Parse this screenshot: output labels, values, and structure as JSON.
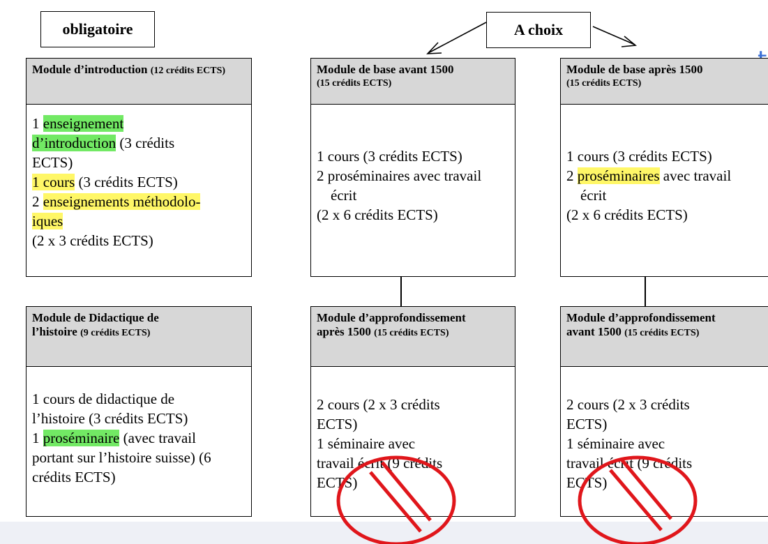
{
  "labels": {
    "mandatory": "obligatoire",
    "choice": "A choix"
  },
  "edge_text": "t",
  "modules": {
    "intro": {
      "title": "Module d’introduction",
      "credits": "(12 crédits ECTS)",
      "l1a": "1 ",
      "l1b": "enseignement",
      "l2a": "d’introduction",
      "l2b": " (3 crédits",
      "l3": "ECTS)",
      "l4a": "1 cours",
      "l4b": " (3 crédits ECTS)",
      "l5a": "2 ",
      "l5b": "enseignements méthodolo-",
      "l6": "iques",
      "l7": "(2 x 3 crédits ECTS)"
    },
    "base_before": {
      "title": "Module de base avant 1500",
      "credits": "(15 crédits ECTS)",
      "l1": "1 cours (3 crédits ECTS)",
      "l2": "2 proséminaires avec travail",
      "l3": "écrit",
      "l4": "(2 x 6 crédits ECTS)"
    },
    "base_after": {
      "title": "Module de base après 1500",
      "credits": "(15 crédits ECTS)",
      "l1": "1 cours (3 crédits ECTS)",
      "l2a": "2 ",
      "l2b": "proséminaires",
      "l2c": " avec travail",
      "l3": "écrit",
      "l4": "(2 x 6 crédits ECTS)"
    },
    "didactique": {
      "title": "Module de Didactique de",
      "title2": "l’histoire",
      "credits": "(9 crédits ECTS)",
      "l1": "1 cours de didactique de",
      "l2": "l’histoire (3 crédits ECTS)",
      "l3a": "1 ",
      "l3b": "proséminaire",
      "l3c": " (avec travail",
      "l4": "portant sur l’histoire suisse) (6",
      "l5": "crédits ECTS)"
    },
    "deep_after": {
      "title": "Module d’approfondissement",
      "title2": "après 1500",
      "credits": "(15 crédits ECTS)",
      "l1": "2 cours (2 x 3 crédits",
      "l2": "ECTS)",
      "l3": "1 séminaire avec",
      "l4": "travail écrit (9 crédits",
      "l5": "ECTS)"
    },
    "deep_before": {
      "title": "Module d’approfondissement",
      "title2": "avant 1500",
      "credits": "(15 crédits ECTS)",
      "l1": "2 cours (2 x 3 crédits",
      "l2": "ECTS)",
      "l3": "1 séminaire avec",
      "l4": "travail écrit (9 crédits",
      "l5": "ECTS)"
    }
  },
  "colors": {
    "highlight_green": "#3ce128",
    "highlight_yellow": "#fff53c",
    "header_gray": "#d7d7d7",
    "prohibition_red": "#e0161b"
  },
  "icons": [
    "prohibition-icon",
    "arrow-icon"
  ]
}
